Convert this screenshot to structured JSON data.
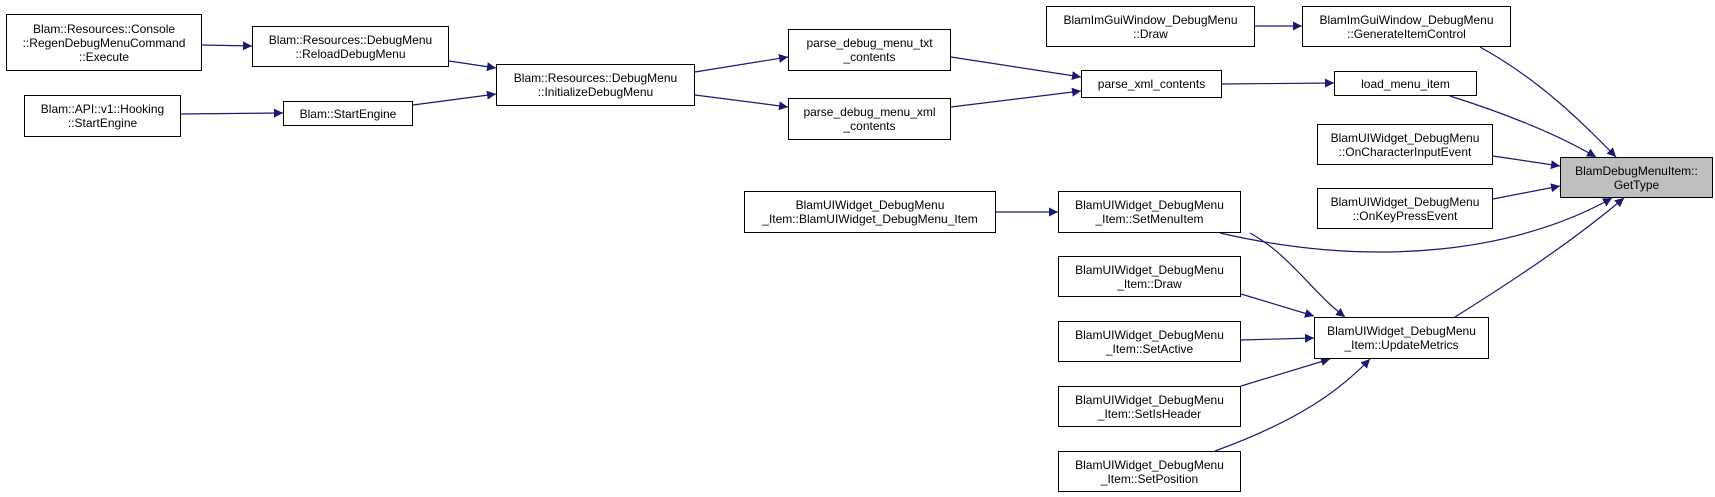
{
  "graph": {
    "colors": {
      "edge": "#191970",
      "node_border": "#000000",
      "focus_fill": "#bfbfbf"
    },
    "nodes": [
      {
        "id": "regen_execute",
        "lines": [
          "Blam::Resources::Console",
          "::RegenDebugMenuCommand",
          "::Execute"
        ]
      },
      {
        "id": "hooking_startengine",
        "lines": [
          "Blam::API::v1::Hooking",
          "::StartEngine"
        ]
      },
      {
        "id": "reload_debug_menu",
        "lines": [
          "Blam::Resources::DebugMenu",
          "::ReloadDebugMenu"
        ]
      },
      {
        "id": "start_engine",
        "lines": [
          "Blam::StartEngine"
        ]
      },
      {
        "id": "initialize_debug_menu",
        "lines": [
          "Blam::Resources::DebugMenu",
          "::InitializeDebugMenu"
        ]
      },
      {
        "id": "parse_txt",
        "lines": [
          "parse_debug_menu_txt",
          "_contents"
        ]
      },
      {
        "id": "parse_xml_dm",
        "lines": [
          "parse_debug_menu_xml",
          "_contents"
        ]
      },
      {
        "id": "parse_xml_contents",
        "lines": [
          "parse_xml_contents"
        ]
      },
      {
        "id": "imgui_draw",
        "lines": [
          "BlamImGuiWindow_DebugMenu",
          "::Draw"
        ]
      },
      {
        "id": "imgui_generate",
        "lines": [
          "BlamImGuiWindow_DebugMenu",
          "::GenerateItemControl"
        ]
      },
      {
        "id": "load_menu_item",
        "lines": [
          "load_menu_item"
        ]
      },
      {
        "id": "widget_oncharinput",
        "lines": [
          "BlamUIWidget_DebugMenu",
          "::OnCharacterInputEvent"
        ]
      },
      {
        "id": "widget_onkeypress",
        "lines": [
          "BlamUIWidget_DebugMenu",
          "::OnKeyPressEvent"
        ]
      },
      {
        "id": "get_type",
        "lines": [
          "BlamDebugMenuItem::",
          "GetType"
        ],
        "focus": true
      },
      {
        "id": "item_ctor",
        "lines": [
          "BlamUIWidget_DebugMenu",
          "_Item::BlamUIWidget_DebugMenu_Item"
        ]
      },
      {
        "id": "item_setmenuitem",
        "lines": [
          "BlamUIWidget_DebugMenu",
          "_Item::SetMenuItem"
        ]
      },
      {
        "id": "item_draw",
        "lines": [
          "BlamUIWidget_DebugMenu",
          "_Item::Draw"
        ]
      },
      {
        "id": "item_setactive",
        "lines": [
          "BlamUIWidget_DebugMenu",
          "_Item::SetActive"
        ]
      },
      {
        "id": "item_setisheader",
        "lines": [
          "BlamUIWidget_DebugMenu",
          "_Item::SetIsHeader"
        ]
      },
      {
        "id": "item_setposition",
        "lines": [
          "BlamUIWidget_DebugMenu",
          "_Item::SetPosition"
        ]
      },
      {
        "id": "item_updatemetrics",
        "lines": [
          "BlamUIWidget_DebugMenu",
          "_Item::UpdateMetrics"
        ]
      }
    ],
    "edges": [
      {
        "from": "regen_execute",
        "to": "reload_debug_menu"
      },
      {
        "from": "hooking_startengine",
        "to": "start_engine"
      },
      {
        "from": "reload_debug_menu",
        "to": "initialize_debug_menu"
      },
      {
        "from": "start_engine",
        "to": "initialize_debug_menu"
      },
      {
        "from": "initialize_debug_menu",
        "to": "parse_txt"
      },
      {
        "from": "initialize_debug_menu",
        "to": "parse_xml_dm"
      },
      {
        "from": "parse_txt",
        "to": "parse_xml_contents"
      },
      {
        "from": "parse_xml_dm",
        "to": "parse_xml_contents"
      },
      {
        "from": "parse_xml_contents",
        "to": "load_menu_item"
      },
      {
        "from": "imgui_draw",
        "to": "imgui_generate"
      },
      {
        "from": "imgui_generate",
        "to": "get_type"
      },
      {
        "from": "load_menu_item",
        "to": "get_type"
      },
      {
        "from": "widget_oncharinput",
        "to": "get_type"
      },
      {
        "from": "widget_onkeypress",
        "to": "get_type"
      },
      {
        "from": "item_setmenuitem",
        "to": "get_type"
      },
      {
        "from": "item_updatemetrics",
        "to": "get_type"
      },
      {
        "from": "item_ctor",
        "to": "item_setmenuitem"
      },
      {
        "from": "item_setmenuitem",
        "to": "item_updatemetrics"
      },
      {
        "from": "item_draw",
        "to": "item_updatemetrics"
      },
      {
        "from": "item_setactive",
        "to": "item_updatemetrics"
      },
      {
        "from": "item_setisheader",
        "to": "item_updatemetrics"
      },
      {
        "from": "item_setposition",
        "to": "item_updatemetrics"
      }
    ]
  }
}
